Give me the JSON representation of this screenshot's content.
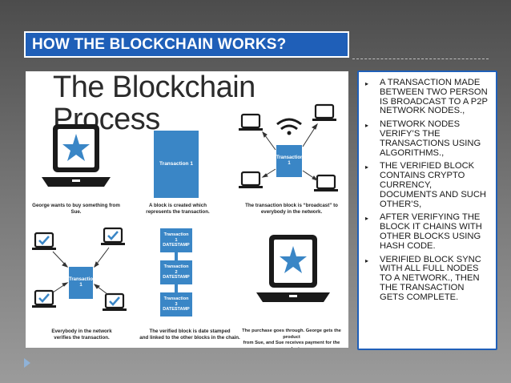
{
  "slide": {
    "title": "HOW THE BLOCKCHAIN WORKS?"
  },
  "figure": {
    "title": "The Blockchain Process",
    "captions": {
      "c1": [
        "George wants to buy something from Sue."
      ],
      "c2": [
        "A block is created which",
        "represents the transaction."
      ],
      "c3": [
        "The transaction block is “broadcast” to",
        "everybody in the network."
      ],
      "c4": [
        "Everybody in the network",
        "verifies the transaction."
      ],
      "c5": [
        "The verified block is date stamped",
        "and linked to the other blocks in the chain."
      ],
      "c6": [
        "The purchase goes through.  George gets the product",
        "from Sue, and Sue receives payment for the product."
      ]
    },
    "blocks": {
      "tx1": "Transaction 1",
      "tx_broadcast": [
        "Transaction",
        "1"
      ],
      "tx_verify": [
        "Transaction",
        "1"
      ],
      "chain": [
        [
          "Transaction",
          "1",
          "DATESTAMP"
        ],
        [
          "Transaction",
          "2",
          "DATESTAMP"
        ],
        [
          "Transaction",
          "3",
          "DATESTAMP"
        ]
      ]
    },
    "colors": {
      "block": "#3a86c6",
      "star": "#3a86c6",
      "device": "#1a1a1a"
    }
  },
  "bullets": [
    "A TRANSACTION MADE BETWEEN TWO PERSON IS BROADCAST TO A P2P NETWORK NODES.,",
    "NETWORK NODES VERIFY’S THE TRANSACTIONS USING ALGORITHMS.,",
    "THE VERIFIED BLOCK CONTAINS CRYPTO CURRENCY, DOCUMENTS AND SUCH OTHER’S,",
    "AFTER VERIFYING THE BLOCK IT CHAINS WITH OTHER BLOCKS USING HASH CODE.",
    "VERIFIED BLOCK SYNC WITH ALL FULL NODES TO A NETWORK., THEN THE TRANSACTION GETS COMPLETE."
  ]
}
